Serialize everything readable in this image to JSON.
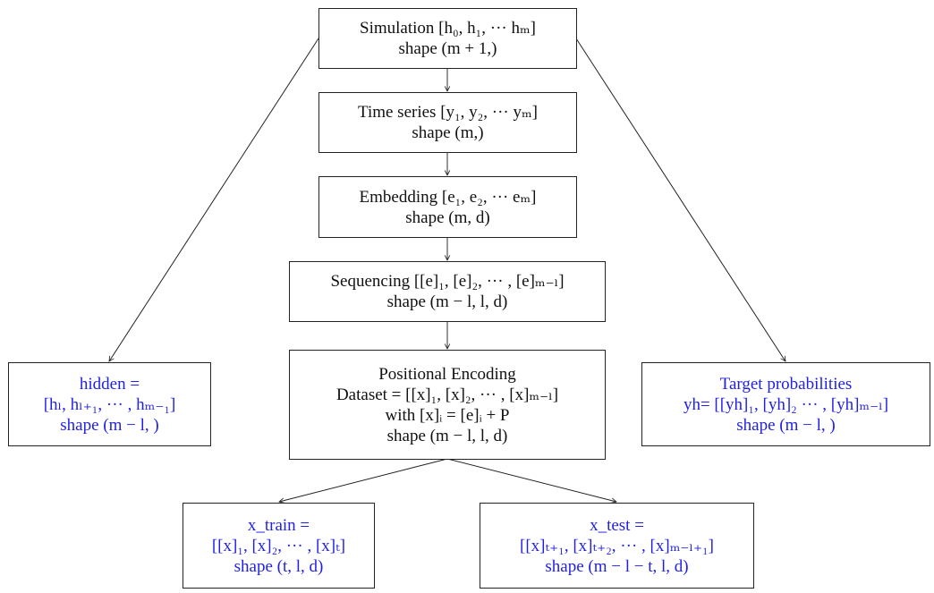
{
  "diagram": {
    "type": "flowchart",
    "colors": {
      "default_text": "#111111",
      "output_text": "#1f1fe6",
      "border": "#222222"
    },
    "nodes": [
      {
        "id": "simulation",
        "style": "black",
        "lines": [
          "Simulation [h₀, h₁, ··· hₘ]",
          "shape (m + 1,)"
        ]
      },
      {
        "id": "time-series",
        "style": "black",
        "lines": [
          "Time series [y₁, y₂, ··· yₘ]",
          "shape (m,)"
        ]
      },
      {
        "id": "embedding",
        "style": "black",
        "lines": [
          "Embedding [e₁, e₂, ··· eₘ]",
          "shape (m, d)"
        ]
      },
      {
        "id": "sequencing",
        "style": "black",
        "lines": [
          "Sequencing [[e]₁, [e]₂, ··· , [e]ₘ₋ₗ]",
          "shape (m − l, l, d)"
        ]
      },
      {
        "id": "positional-encoding",
        "style": "black",
        "lines": [
          "Positional Encoding",
          "Dataset = [[x]₁, [x]₂, ··· , [x]ₘ₋ₗ]",
          "with [x]ᵢ = [e]ᵢ + P",
          "shape (m − l, l, d)"
        ]
      },
      {
        "id": "hidden",
        "style": "blue",
        "lines": [
          "hidden =",
          "[hₗ, hₗ₊₁, ··· , hₘ₋₁]",
          "shape (m − l, )"
        ]
      },
      {
        "id": "target-probabilities",
        "style": "blue",
        "lines": [
          "Target probabilities",
          "yh= [[yh]₁, [yh]₂ ··· , [yh]ₘ₋ₗ]",
          "shape (m − l, )"
        ]
      },
      {
        "id": "x-train",
        "style": "blue",
        "lines": [
          "x_train =",
          "[[x]₁, [x]₂, ··· , [x]ₜ]",
          "shape (t, l, d)"
        ]
      },
      {
        "id": "x-test",
        "style": "blue",
        "lines": [
          "x_test =",
          "[[x]ₜ₊₁, [x]ₜ₊₂, ··· , [x]ₘ₋ₗ₊₁]",
          "shape (m − l − t, l, d)"
        ]
      }
    ],
    "edges": [
      {
        "from": "simulation",
        "to": "time-series"
      },
      {
        "from": "time-series",
        "to": "embedding"
      },
      {
        "from": "embedding",
        "to": "sequencing"
      },
      {
        "from": "sequencing",
        "to": "positional-encoding"
      },
      {
        "from": "simulation",
        "to": "hidden"
      },
      {
        "from": "simulation",
        "to": "target-probabilities"
      },
      {
        "from": "positional-encoding",
        "to": "x-train"
      },
      {
        "from": "positional-encoding",
        "to": "x-test"
      }
    ]
  }
}
